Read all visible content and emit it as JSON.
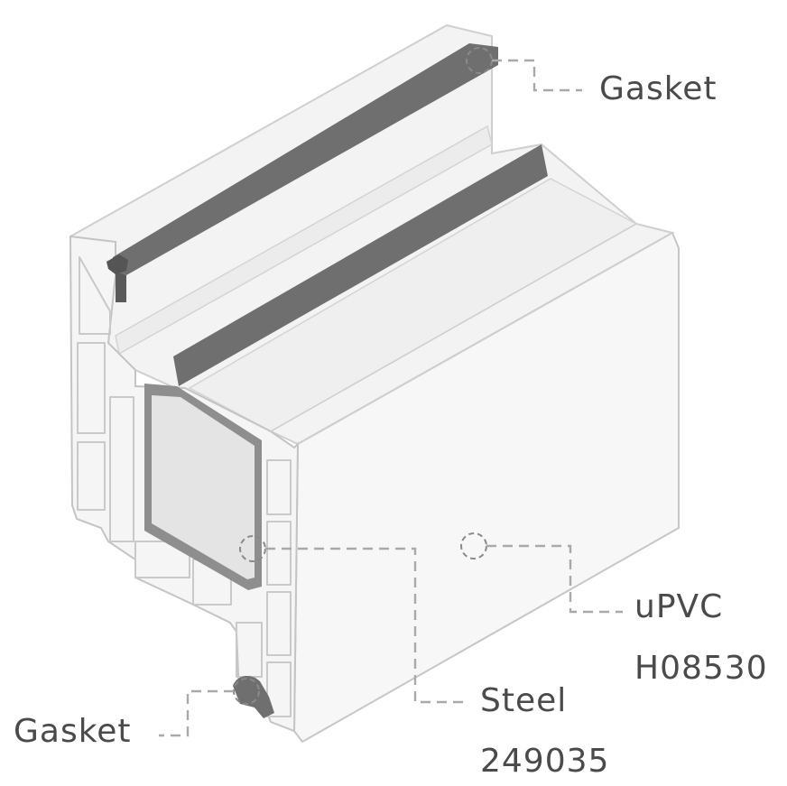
{
  "callouts": {
    "top_gasket": {
      "label": "Gasket"
    },
    "bottom_gasket": {
      "label": "Gasket"
    },
    "upvc": {
      "material": "uPVC",
      "code": "H08530"
    },
    "steel": {
      "material": "Steel",
      "code": "249035"
    }
  },
  "colors": {
    "gasket": "#6f6f6f",
    "steel_fill": "#e4e4e4",
    "steel_frame": "#8e8e8e",
    "profile_face": "#f6f6f6",
    "leader": "#a9a9a9",
    "label": "#4a4a4a"
  }
}
